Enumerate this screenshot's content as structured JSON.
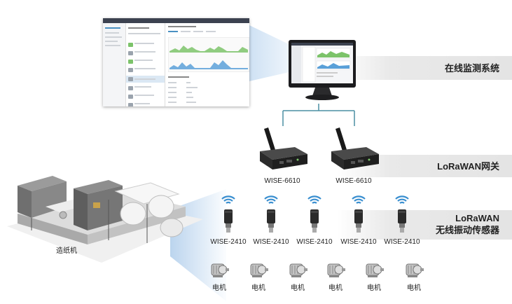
{
  "labels": {
    "monitoring_system": "在线监测系统",
    "gateway": "LoRaWAN网关",
    "sensor_line1": "LoRaWAN",
    "sensor_line2": "无线振动传感器",
    "paper_machine": "造纸机"
  },
  "gateways": [
    {
      "model": "WISE-6610"
    },
    {
      "model": "WISE-6610"
    }
  ],
  "sensors": [
    {
      "model": "WISE-2410"
    },
    {
      "model": "WISE-2410"
    },
    {
      "model": "WISE-2410"
    },
    {
      "model": "WISE-2410"
    },
    {
      "model": "WISE-2410"
    }
  ],
  "motors": [
    {
      "label": "电机"
    },
    {
      "label": "电机"
    },
    {
      "label": "电机"
    },
    {
      "label": "电机"
    },
    {
      "label": "电机"
    },
    {
      "label": "电机"
    }
  ],
  "colors": {
    "band": "#e6e6e6",
    "connector": "#4a8fa3",
    "wifi": "#3a8fd0",
    "chart_green": "#7cc36a",
    "chart_blue": "#5aa0d8"
  },
  "icons": [
    "wifi-icon",
    "sensor-icon",
    "motor-icon",
    "router-icon",
    "monitor-icon"
  ]
}
